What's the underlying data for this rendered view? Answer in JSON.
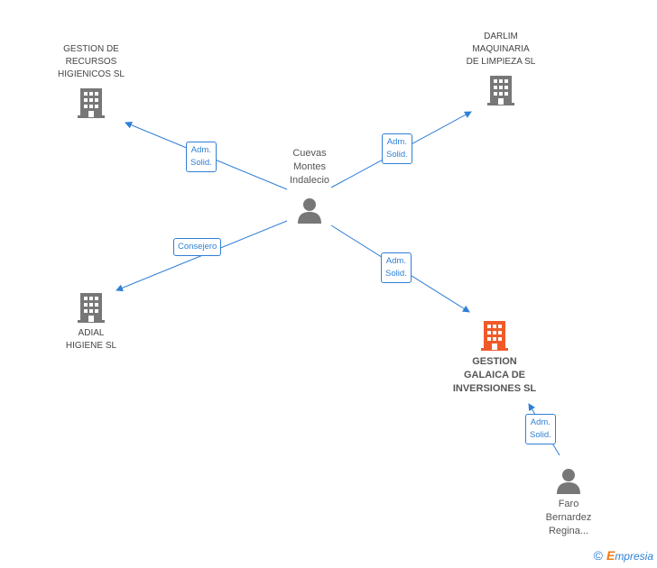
{
  "nodes": {
    "cuevas": {
      "label": "Cuevas\nMontes\nIndalecio",
      "type": "person"
    },
    "gestion_recursos": {
      "label": "GESTION DE\nRECURSOS\nHIGIENICOS  SL",
      "type": "company"
    },
    "darlim": {
      "label": "DARLIM\nMAQUINARIA\nDE LIMPIEZA  SL",
      "type": "company"
    },
    "adial": {
      "label": "ADIAL\nHIGIENE  SL",
      "type": "company"
    },
    "gestion_galaica": {
      "label": "GESTION\nGALAICA DE\nINVERSIONES SL",
      "type": "company-focus"
    },
    "faro": {
      "label": "Faro\nBernardez\nRegina...",
      "type": "person"
    }
  },
  "edges": [
    {
      "id": "e1",
      "label": "Adm.\nSolid."
    },
    {
      "id": "e2",
      "label": "Adm.\nSolid."
    },
    {
      "id": "e3",
      "label": "Consejero"
    },
    {
      "id": "e4",
      "label": "Adm.\nSolid."
    },
    {
      "id": "e5",
      "label": "Adm.\nSolid."
    }
  ],
  "colors": {
    "edge": "#2f7fd6",
    "building": "#777777",
    "building_focus": "#f05a28",
    "person": "#777777"
  },
  "brand": {
    "copyright": "©",
    "e": "E",
    "rest": "mpresia"
  }
}
